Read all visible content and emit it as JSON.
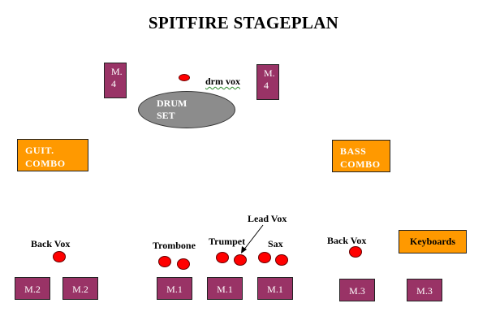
{
  "title": "SPITFIRE STAGEPLAN",
  "drums": {
    "label_line1": "DRUM",
    "label_line2": "SET",
    "vox_label": "drm vox"
  },
  "monitors": {
    "m4_left": {
      "line1": "M.",
      "line2": "4"
    },
    "m4_right": {
      "line1": "M.",
      "line2": "4"
    },
    "m2_a": "M.2",
    "m2_b": "M.2",
    "m1_a": "M.1",
    "m1_b": "M.1",
    "m1_c": "M.1",
    "m3_a": "M.3",
    "m3_b": "M.3"
  },
  "amps": {
    "guitar": {
      "line1": "GUIT.",
      "line2": "COMBO"
    },
    "bass": {
      "line1": "BASS",
      "line2": "COMBO"
    },
    "keyboards": "Keyboards"
  },
  "labels": {
    "back_vox_left": "Back Vox",
    "trombone": "Trombone",
    "trumpet": "Trumpet",
    "sax": "Sax",
    "lead_vox": "Lead Vox",
    "back_vox_right": "Back Vox"
  },
  "colors": {
    "monitor": "#993366",
    "amp": "#ff9900",
    "mic": "#ff0000",
    "drum": "#8c8c8c"
  }
}
